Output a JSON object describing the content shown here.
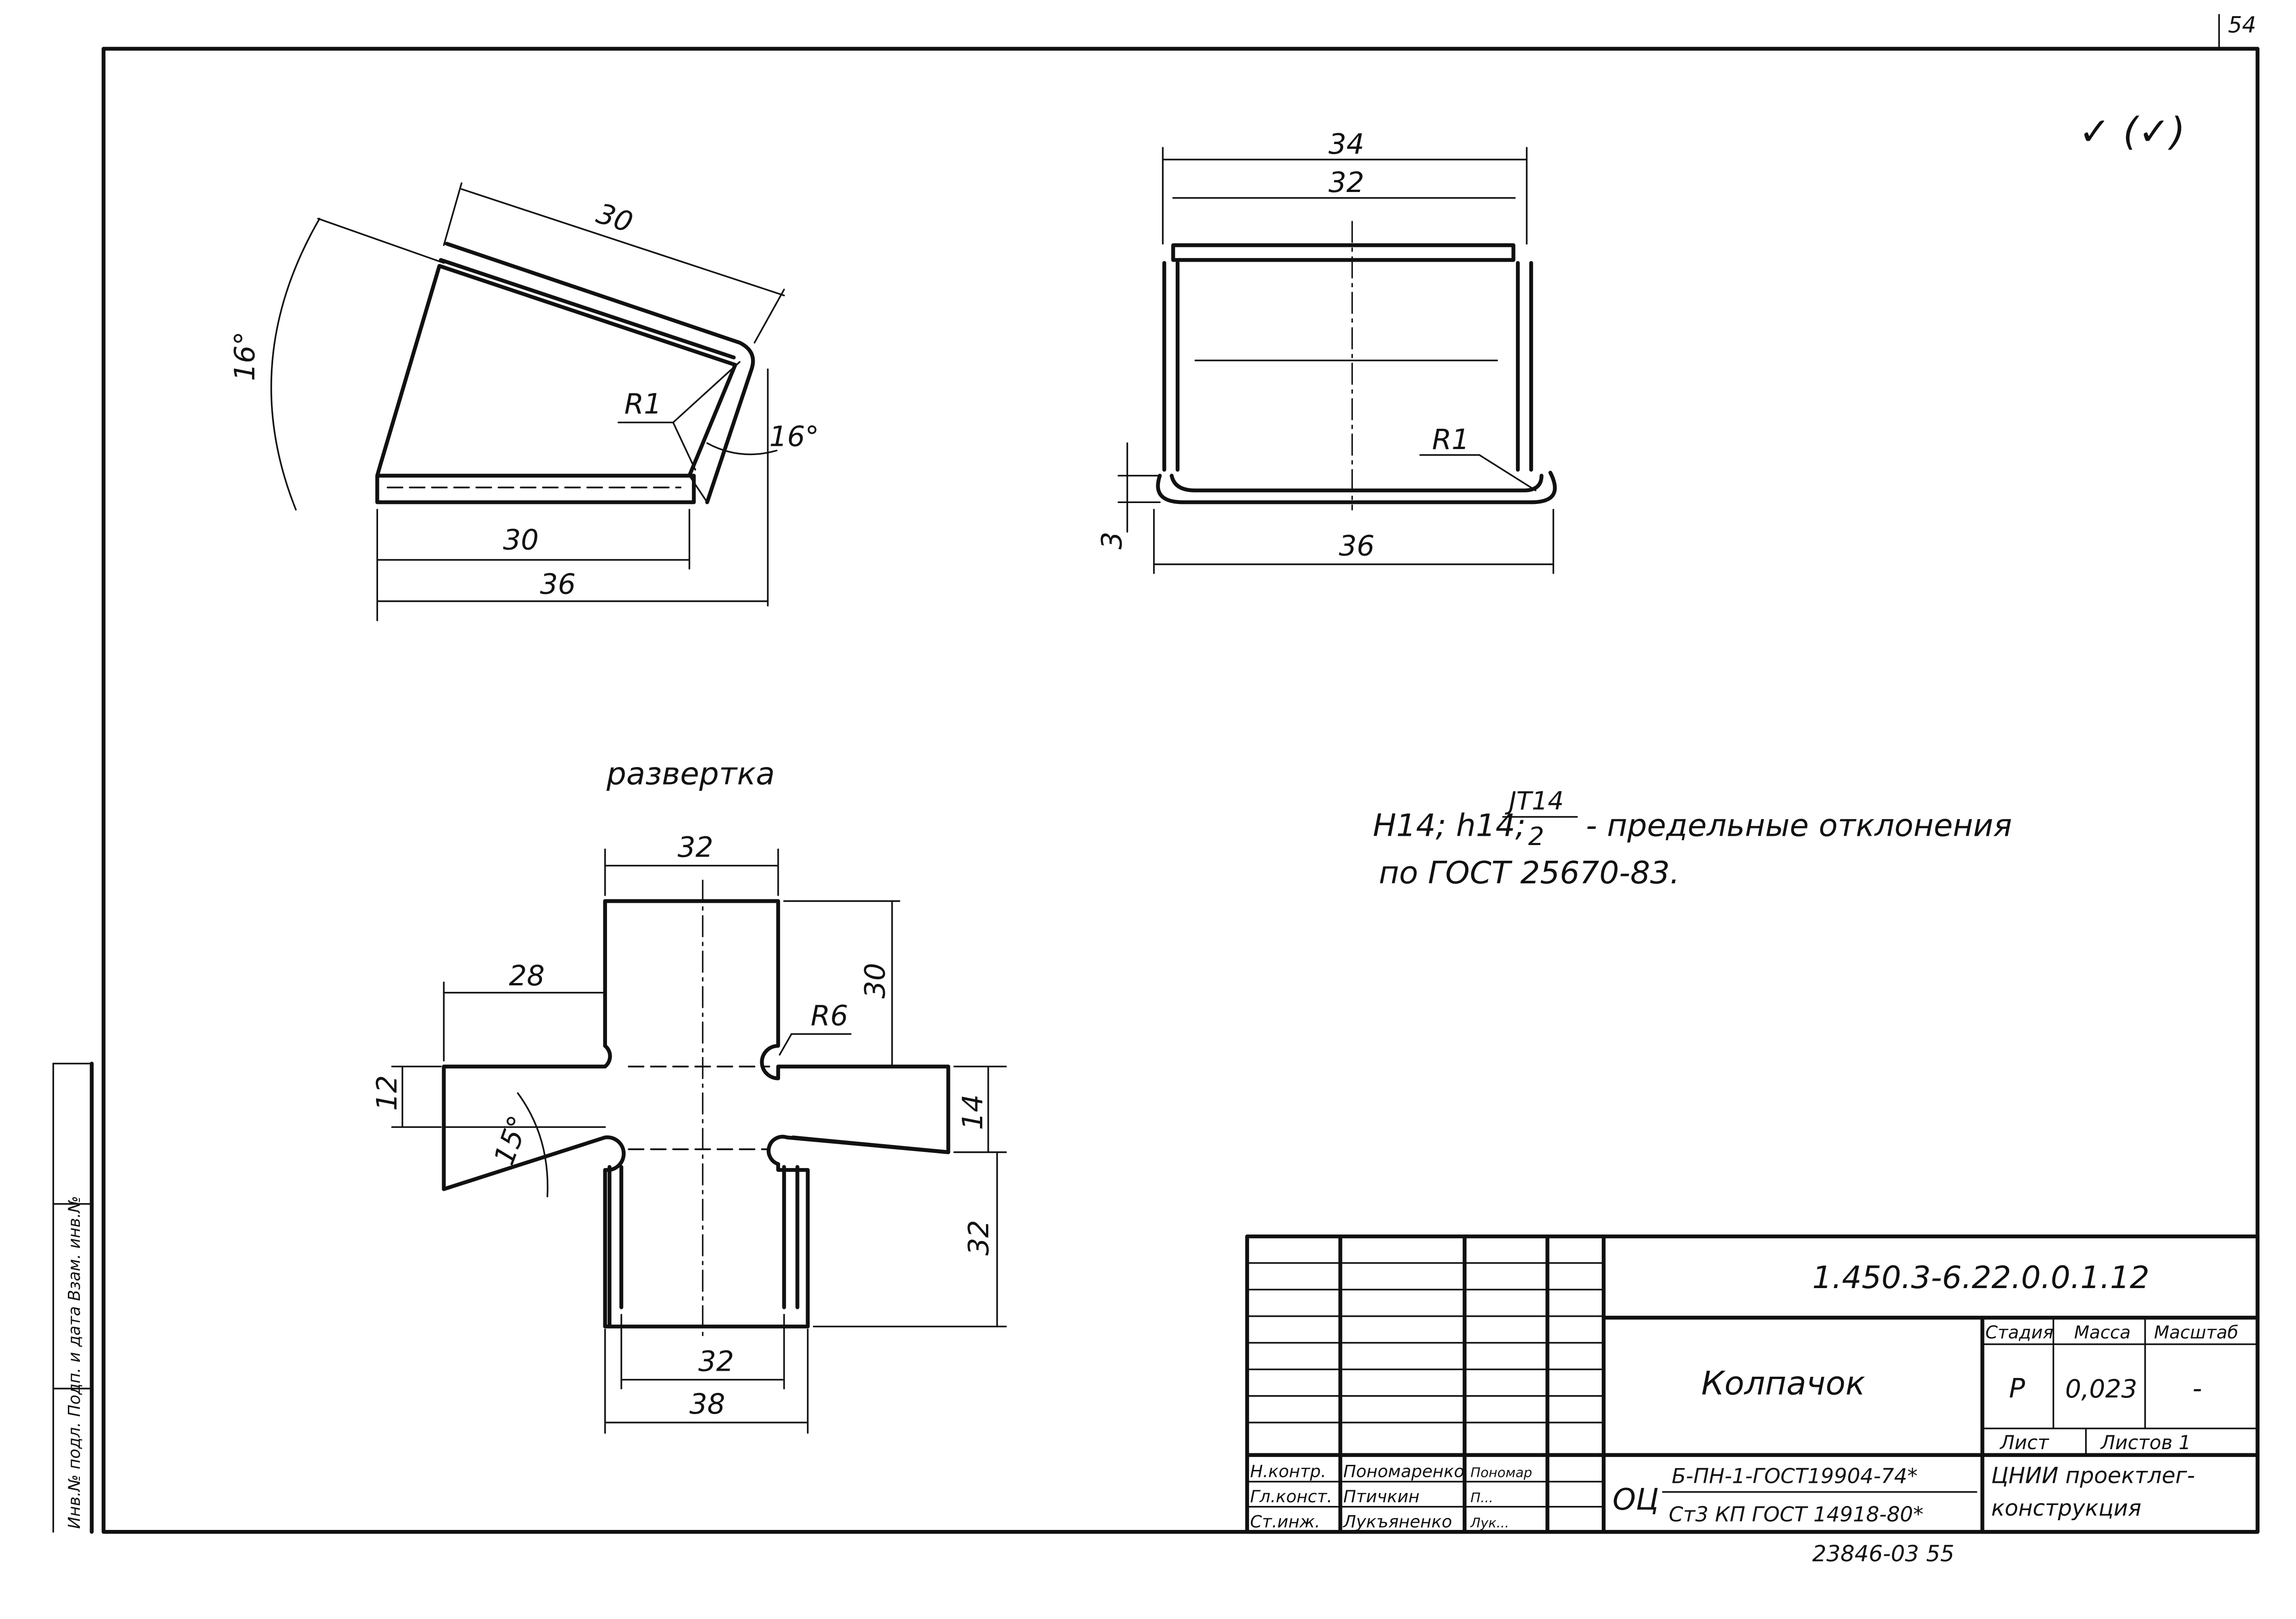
{
  "sheet": {
    "page_number": "54",
    "surface_symbol": "✓ (✓)",
    "bottom_code": "23846-03   55"
  },
  "side_view": {
    "dims": {
      "top_length": "30",
      "angle_outer": "16°",
      "angle_inner": "16°",
      "radius": "R1",
      "bottom_inner": "30",
      "bottom_overall": "36"
    }
  },
  "front_view": {
    "dims": {
      "outer_top": "34",
      "inner_top": "32",
      "radius": "R1",
      "flange_height": "3",
      "bottom_width": "36"
    }
  },
  "flat_pattern": {
    "title": "развертка",
    "dims": {
      "top_width": "32",
      "top_height": "30",
      "left_wing_width": "28",
      "left_wing_height": "12",
      "angle": "15°",
      "notch_radius": "R6",
      "right_wing_height": "14",
      "bottom_height": "32",
      "bottom_inner_width": "32",
      "bottom_overall_width": "38"
    }
  },
  "tolerance_note": {
    "prefix": "H14; h14;",
    "fraction_numerator": "JT14",
    "fraction_denominator": "2",
    "suffix": "- предельные   отклонения",
    "line2": "по ГОСТ 25670-83."
  },
  "title_block": {
    "doc_number": "1.450.3-6.22.0.0.1.12",
    "part_name": "Колпачок",
    "col_headers": [
      "Стадия",
      "Масса",
      "Масштаб"
    ],
    "values": [
      "Р",
      "0,023",
      "-"
    ],
    "sheet_label": "Лист",
    "sheets_label": "Листов 1",
    "material_prefix": "ОЦ",
    "material_line1": "Б-ПН-1-ГОСТ19904-74*",
    "material_line2": "Ст3 КП ГОСТ 14918-80*",
    "organization_line1": "ЦНИИ проектлег-",
    "organization_line2": "конструкция",
    "signatures": [
      {
        "role": "Н.контр.",
        "name": "Пономаренко",
        "sign": "Пономар"
      },
      {
        "role": "Гл.конст.",
        "name": "Птичкин",
        "sign": "П..."
      },
      {
        "role": "Ст.инж.",
        "name": "Лукъяненко",
        "sign": "Лук..."
      }
    ]
  },
  "side_stamp": {
    "text": "Инв.№ подл.   Подп. и дата   Взам. инв.№"
  }
}
